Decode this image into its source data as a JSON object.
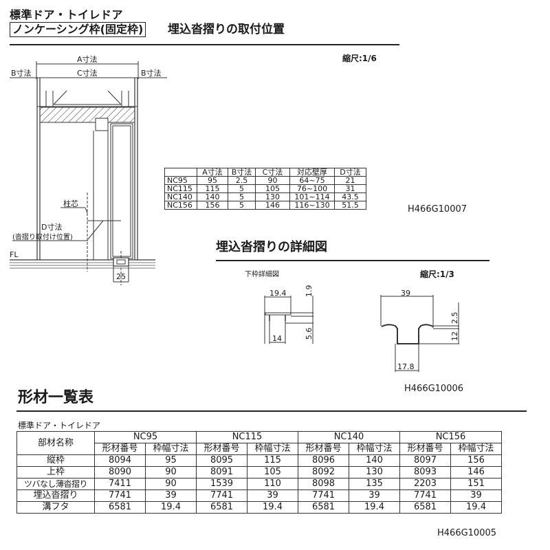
{
  "header": {
    "title_line1": "標準ドア・トイレドア",
    "title_boxed": "ノンケーシング枠(固定枠)",
    "title_rest": "埋込沓摺りの取付位置"
  },
  "install_diagram": {
    "scale": "縮尺:1/6",
    "labels": {
      "a_dim": "A寸法",
      "b_dim_left": "B寸法",
      "c_dim": "C寸法",
      "b_dim_right": "B寸法",
      "column_center": "柱芯",
      "d_dim": "D寸法",
      "d_dim_note": "(沓摺り取付け位置)",
      "fl": "FL",
      "width_25": "25"
    },
    "drawing_code": "H466G10007"
  },
  "spec_table": {
    "headers": [
      "",
      "A寸法",
      "B寸法",
      "C寸法",
      "対応壁厚",
      "D寸法"
    ],
    "rows": [
      [
        "NC95",
        "95",
        "2.5",
        "90",
        "64~75",
        "21"
      ],
      [
        "NC115",
        "115",
        "5",
        "105",
        "76~100",
        "31"
      ],
      [
        "NC140",
        "140",
        "5",
        "130",
        "101~114",
        "43.5"
      ],
      [
        "NC156",
        "156",
        "5",
        "146",
        "116~130",
        "51.5"
      ]
    ]
  },
  "detail_section": {
    "title": "埋込沓摺りの詳細図",
    "subtitle": "下枠詳細図",
    "scale": "縮尺:1/3",
    "left_profile": {
      "width_top": "19.4",
      "height_top": "1.9",
      "height_bottom": "5.6",
      "width_bottom": "14"
    },
    "right_profile": {
      "width_top": "39",
      "height_top": "2.5",
      "height_bottom": "12",
      "width_bottom": "17.8"
    },
    "drawing_code": "H466G10006"
  },
  "parts_section": {
    "title": "形材一覧表",
    "subtitle": "標準ドア・トイレドア",
    "name_header": "部材名称",
    "groups": [
      "NC95",
      "NC115",
      "NC140",
      "NC156"
    ],
    "sub_headers": [
      "形材番号",
      "枠幅寸法"
    ],
    "rows": [
      {
        "name": "縦枠",
        "values": [
          "8094",
          "95",
          "8095",
          "115",
          "8096",
          "140",
          "8097",
          "156"
        ]
      },
      {
        "name": "上枠",
        "values": [
          "8090",
          "90",
          "8091",
          "105",
          "8092",
          "130",
          "8093",
          "146"
        ]
      },
      {
        "name": "ツバなし薄沓摺り",
        "values": [
          "7411",
          "90",
          "1539",
          "110",
          "8098",
          "135",
          "2203",
          "151"
        ]
      },
      {
        "name": "埋込沓摺り",
        "values": [
          "7741",
          "39",
          "7741",
          "39",
          "7741",
          "39",
          "7741",
          "39"
        ]
      },
      {
        "name": "溝フタ",
        "values": [
          "6581",
          "19.4",
          "6581",
          "19.4",
          "6581",
          "19.4",
          "6581",
          "19.4"
        ]
      }
    ],
    "drawing_code": "H466G10005"
  }
}
